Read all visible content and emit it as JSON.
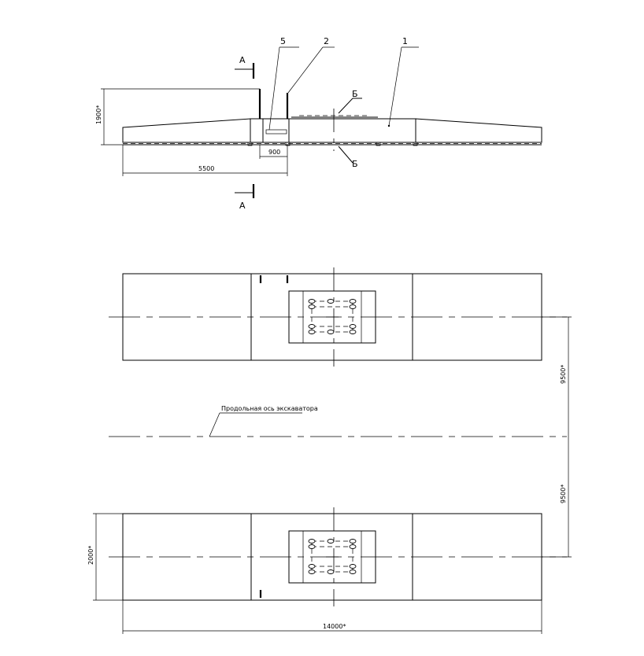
{
  "labels": {
    "section_a": "А",
    "section_b": "Б",
    "part_1": "1",
    "part_2": "2",
    "part_5": "5"
  },
  "dimensions": {
    "height_1900": "1900*",
    "width_900": "900",
    "width_5500": "5500",
    "spacing_9500_top": "9500*",
    "spacing_9500_bottom": "9500*",
    "width_2000": "2000*",
    "length_14000": "14000*"
  },
  "annotations": {
    "longitudinal_axis": "Продольная ось экскаватора"
  }
}
